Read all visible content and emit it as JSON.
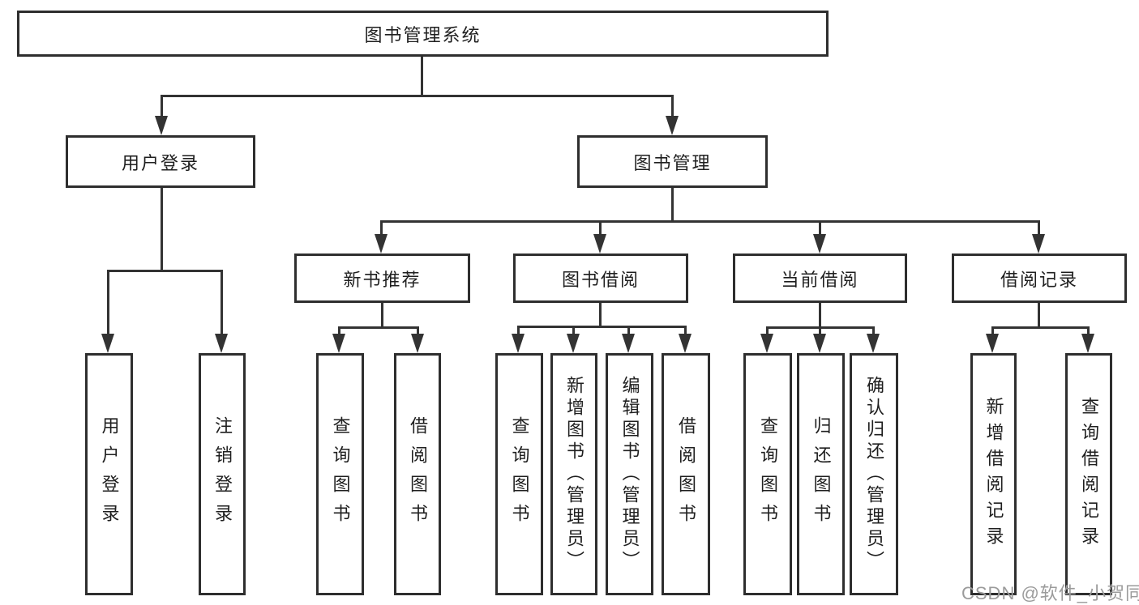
{
  "tree": {
    "root": {
      "label": "图书管理系统",
      "children": [
        {
          "label": "用户登录",
          "children": [
            {
              "label": "用户登录"
            },
            {
              "label": "注销登录"
            }
          ]
        },
        {
          "label": "图书管理",
          "children": [
            {
              "label": "新书推荐",
              "children": [
                {
                  "label": "查询图书"
                },
                {
                  "label": "借阅图书"
                }
              ]
            },
            {
              "label": "图书借阅",
              "children": [
                {
                  "label": "查询图书"
                },
                {
                  "label": "新增图书（管理员）"
                },
                {
                  "label": "编辑图书（管理员）"
                },
                {
                  "label": "借阅图书"
                }
              ]
            },
            {
              "label": "当前借阅",
              "children": [
                {
                  "label": "查询图书"
                },
                {
                  "label": "归还图书"
                },
                {
                  "label": "确认归还（管理员）"
                }
              ]
            },
            {
              "label": "借阅记录",
              "children": [
                {
                  "label": "新增借阅记录"
                },
                {
                  "label": "查询借阅记录"
                }
              ]
            }
          ]
        }
      ]
    }
  },
  "watermark": {
    "text": "CSDN @软件_小贺同学"
  },
  "colors": {
    "line": "#333333",
    "border": "#2e2e2e",
    "text": "#1f1f1f",
    "background": "#ffffff",
    "watermark": "#9b9b9b"
  }
}
